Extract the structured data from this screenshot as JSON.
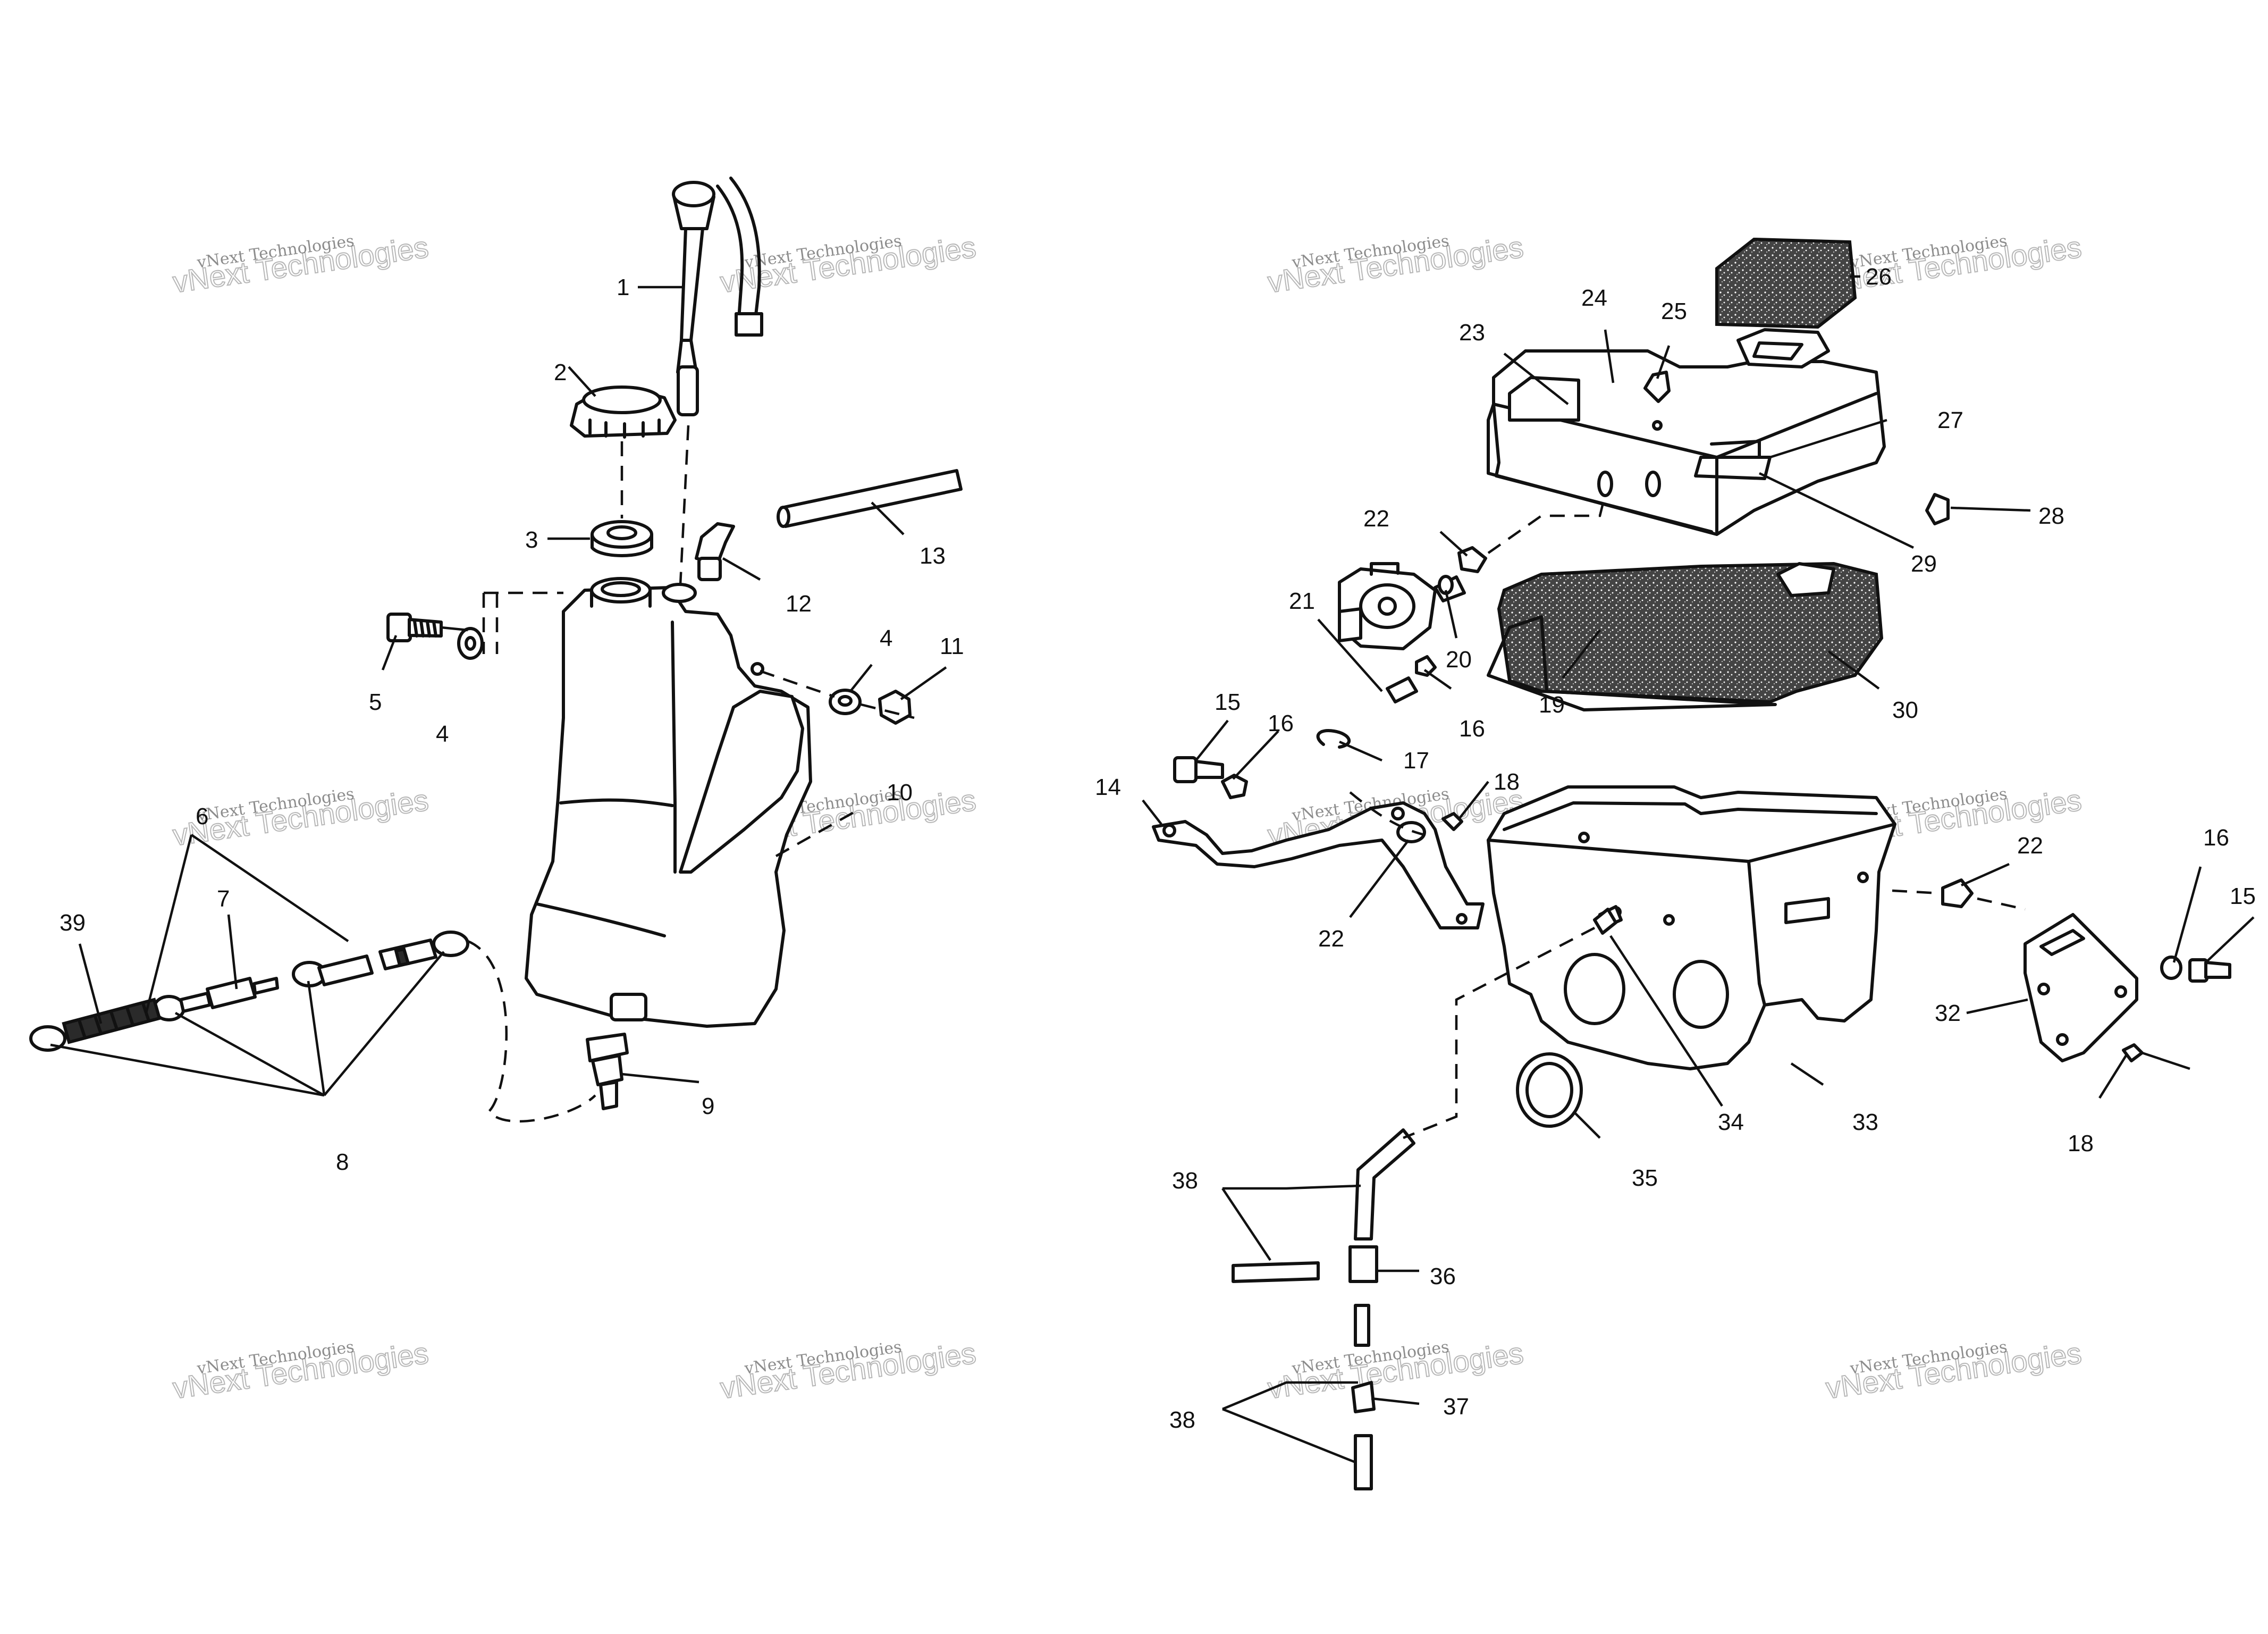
{
  "diagram": {
    "watermark": "vNext Technologies",
    "left_assembly": {
      "callouts": [
        "1",
        "2",
        "3",
        "4",
        "5",
        "4",
        "11",
        "12",
        "13",
        "10",
        "9",
        "6",
        "7",
        "39",
        "8"
      ]
    },
    "right_assembly": {
      "callouts": [
        "23",
        "24",
        "25",
        "26",
        "27",
        "28",
        "29",
        "22",
        "21",
        "20",
        "16",
        "19",
        "30",
        "15",
        "16",
        "17",
        "18",
        "14",
        "22",
        "22",
        "16",
        "15",
        "32",
        "18",
        "34",
        "33",
        "35",
        "38",
        "36",
        "37",
        "38"
      ]
    }
  }
}
